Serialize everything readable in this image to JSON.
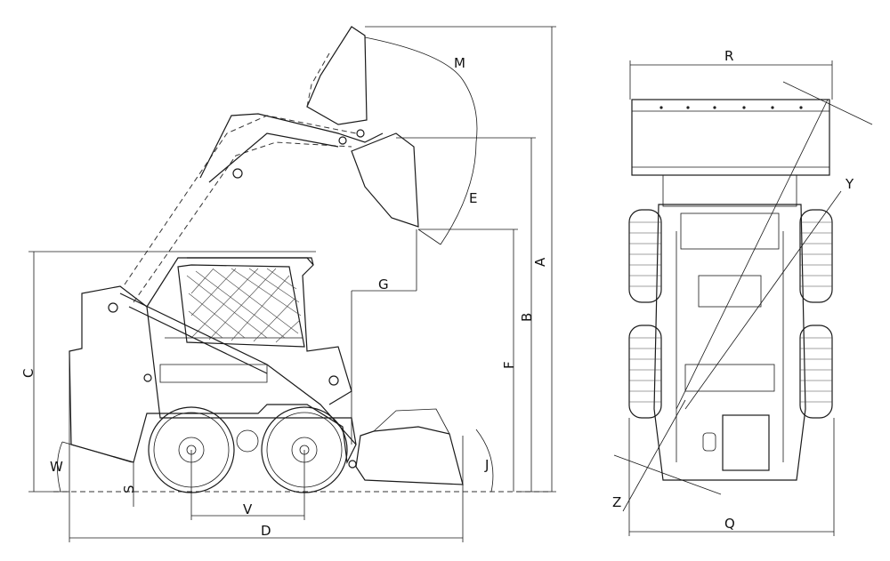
{
  "dimension_labels": {
    "A": "A",
    "B": "B",
    "C": "C",
    "D": "D",
    "E": "E",
    "F": "F",
    "G": "G",
    "J": "J",
    "M": "M",
    "Q": "Q",
    "R": "R",
    "S": "S",
    "V": "V",
    "W": "W",
    "Y": "Y",
    "Z": "Z"
  }
}
